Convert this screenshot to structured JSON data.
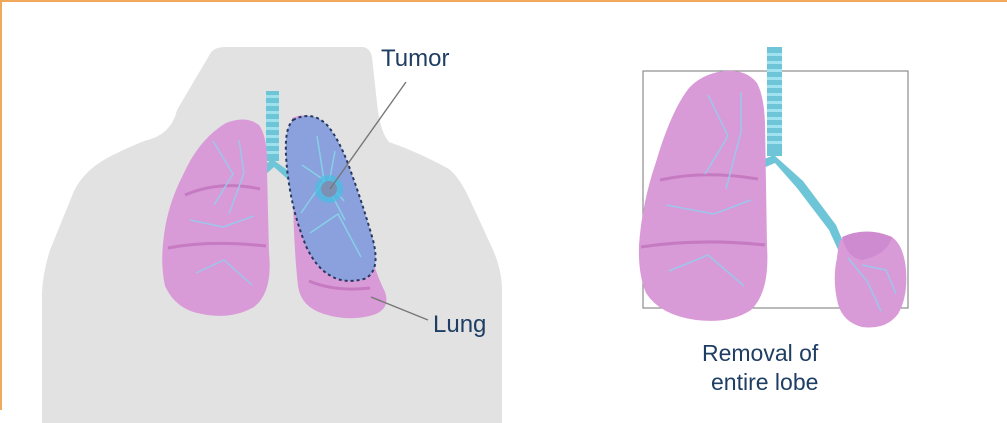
{
  "labels": {
    "tumor": "Tumor",
    "lung": "Lung",
    "removal_line1": "Removal of",
    "removal_line2": "entire lobe"
  },
  "colors": {
    "frame": "#f0a95b",
    "body": "#e2e2e2",
    "lung_pink": "#d99ad8",
    "lung_dark": "#c57ac1",
    "highlight_lobe": "#8aa1de",
    "vessel": "#69bdd4",
    "trachea": "#6fc5d8",
    "text": "#1f3e63",
    "box_outline": "#8d8d8d"
  }
}
